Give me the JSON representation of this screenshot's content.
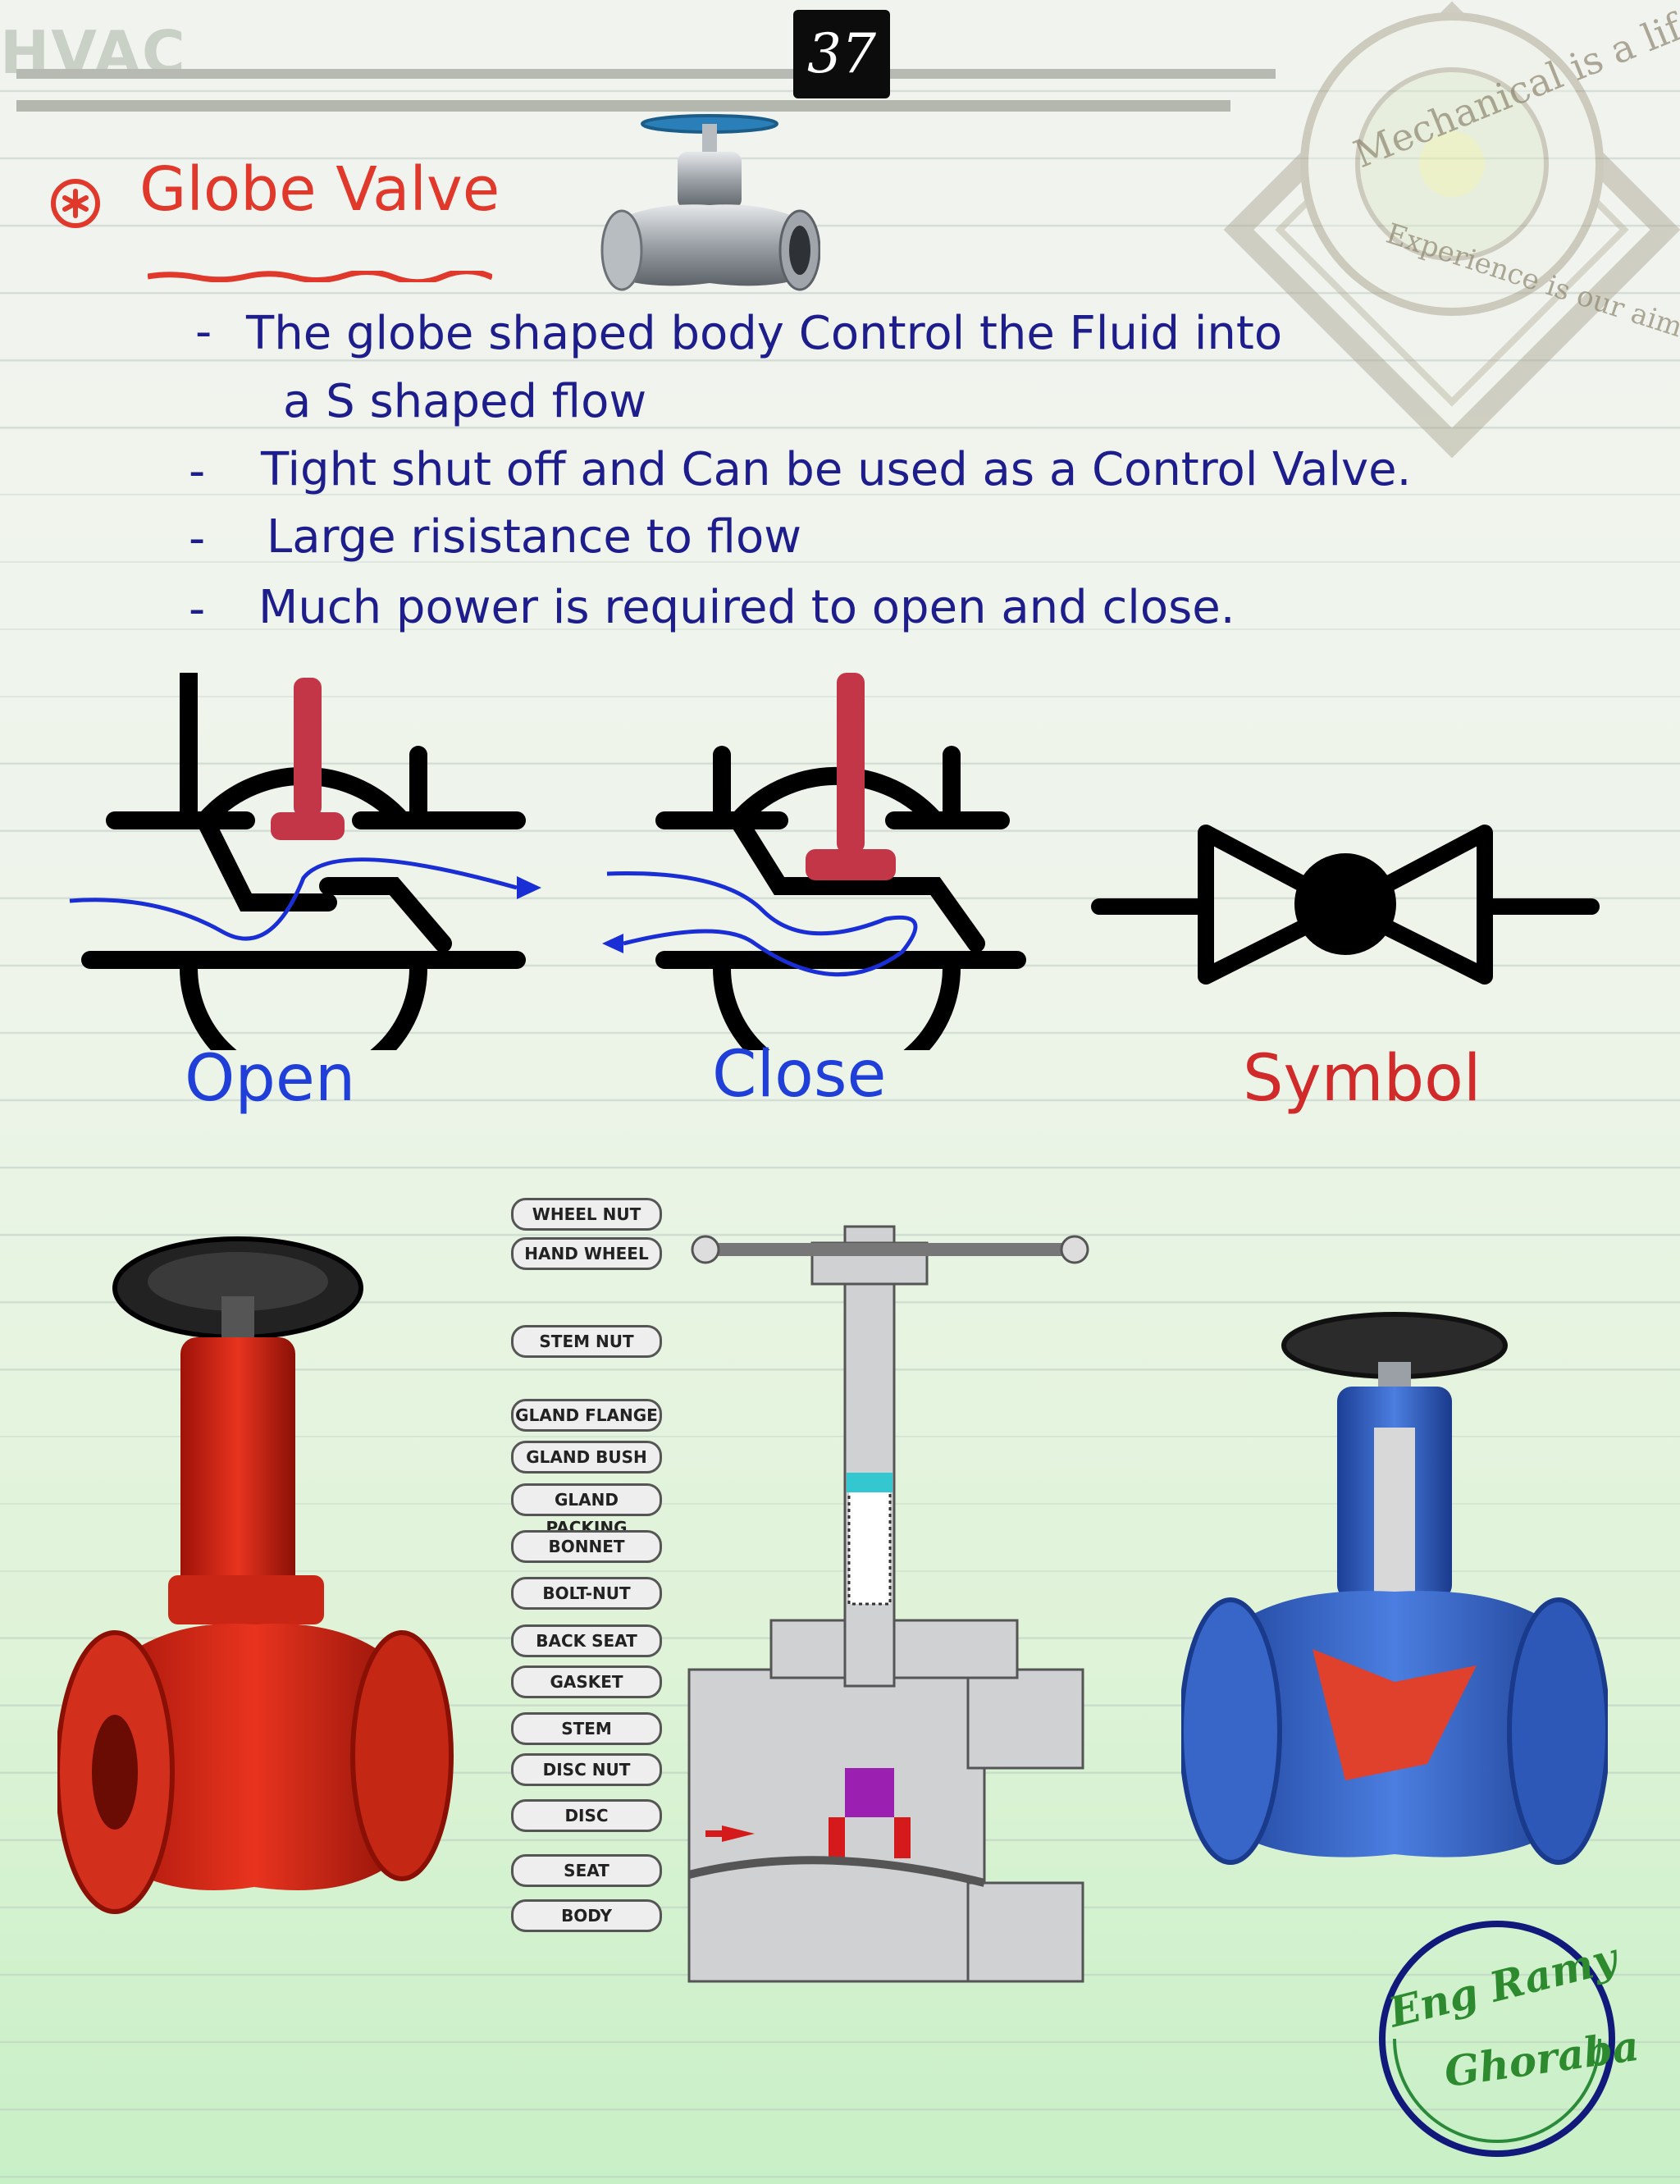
{
  "header": {
    "watermark_word": "HVAC",
    "page_number": "37"
  },
  "title": "Globe Valve",
  "bullets": [
    {
      "dash": "-",
      "line1": "The globe shaped body Control the Fluid into",
      "line2": "a S shaped flow"
    },
    {
      "dash": "-",
      "line1": "Tight shut off and Can be used as a Control Valve."
    },
    {
      "dash": "-",
      "line1": "Large risistance to flow"
    },
    {
      "dash": "-",
      "line1": "Much power is required to open and close."
    }
  ],
  "diagram_labels": {
    "open": "Open",
    "close": "Close",
    "symbol": "Symbol"
  },
  "parts": [
    "WHEEL NUT",
    "HAND WHEEL",
    "STEM NUT",
    "GLAND FLANGE",
    "GLAND BUSH",
    "GLAND PACKING",
    "BONNET",
    "BOLT-NUT",
    "BACK SEAT",
    "GASKET",
    "STEM",
    "DISC NUT",
    "DISC",
    "SEAT",
    "BODY"
  ],
  "stamp": {
    "top_text": "Mechanical is a life",
    "bottom_text": "Experience is our aim"
  },
  "signature": {
    "line1": "Eng Ramy",
    "line2": "Ghoraba"
  },
  "colors": {
    "title_red": "#e0392b",
    "ink_blue": "#1d1d8c",
    "valve_red": "#d8271b",
    "valve_blue": "#2f5fc4"
  }
}
